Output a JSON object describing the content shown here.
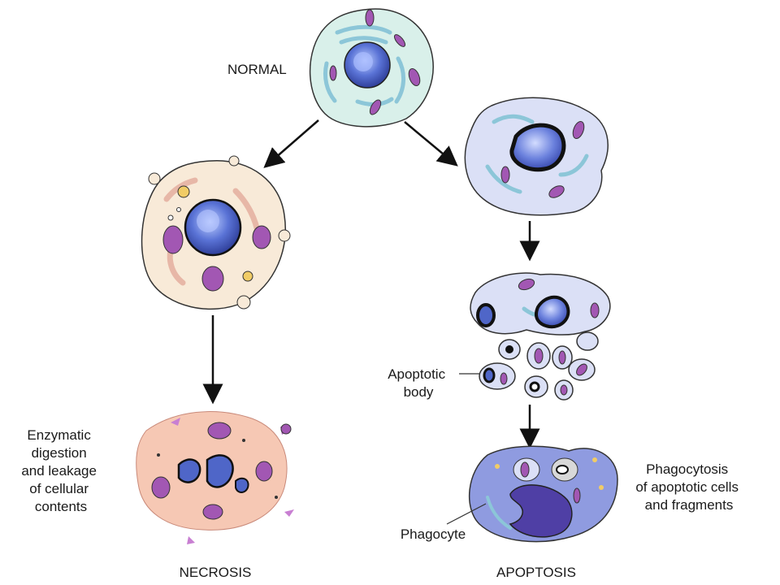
{
  "labels": {
    "normal": "NORMAL",
    "necrosis": "NECROSIS",
    "apoptosis": "APOPTOSIS",
    "apoptotic_body": [
      "Apoptotic",
      "body"
    ],
    "necrosis_note": [
      "Enzymatic",
      "digestion",
      "and leakage",
      "of cellular",
      "contents"
    ],
    "phagocytosis_note": [
      "Phagocytosis",
      "of apoptotic cells",
      "and fragments"
    ],
    "phagocyte": "Phagocyte"
  },
  "colors": {
    "normal_cell": "#d9f0ea",
    "necrotic_cell": "#f8ead8",
    "necrotic_debris": "#f6c8b4",
    "apoptotic_cell": "#dbe0f6",
    "phagocyte": "#8f9be0",
    "nucleus": "#4f66c8",
    "mitochondria": "#a257b3",
    "er": "#8cc6d8",
    "condensed_chromatin": "#111111"
  }
}
